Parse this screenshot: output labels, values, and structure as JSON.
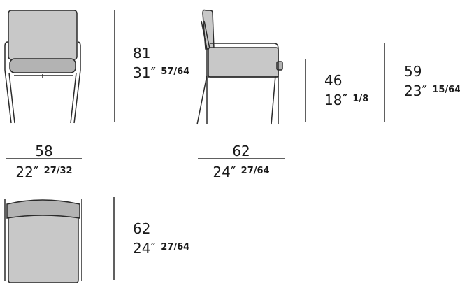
{
  "colors": {
    "stroke": "#2b2b2b",
    "cushion": "#c8c8c8",
    "cushion_dark": "#b3b3b3",
    "background": "#ffffff"
  },
  "dimensions": {
    "front_height": {
      "cm": "81",
      "inch_whole": "31″",
      "inch_frac": "57/64"
    },
    "front_width": {
      "cm": "58",
      "inch_whole": "22″",
      "inch_frac": "27/32"
    },
    "side_depth": {
      "cm": "62",
      "inch_whole": "24″",
      "inch_frac": "27/64"
    },
    "seat_height": {
      "cm": "46",
      "inch_whole": "18″",
      "inch_frac": "1/8"
    },
    "arm_height": {
      "cm": "59",
      "inch_whole": "23″",
      "inch_frac": "15/64"
    },
    "top_depth": {
      "cm": "62",
      "inch_whole": "24″",
      "inch_frac": "27/64"
    }
  }
}
